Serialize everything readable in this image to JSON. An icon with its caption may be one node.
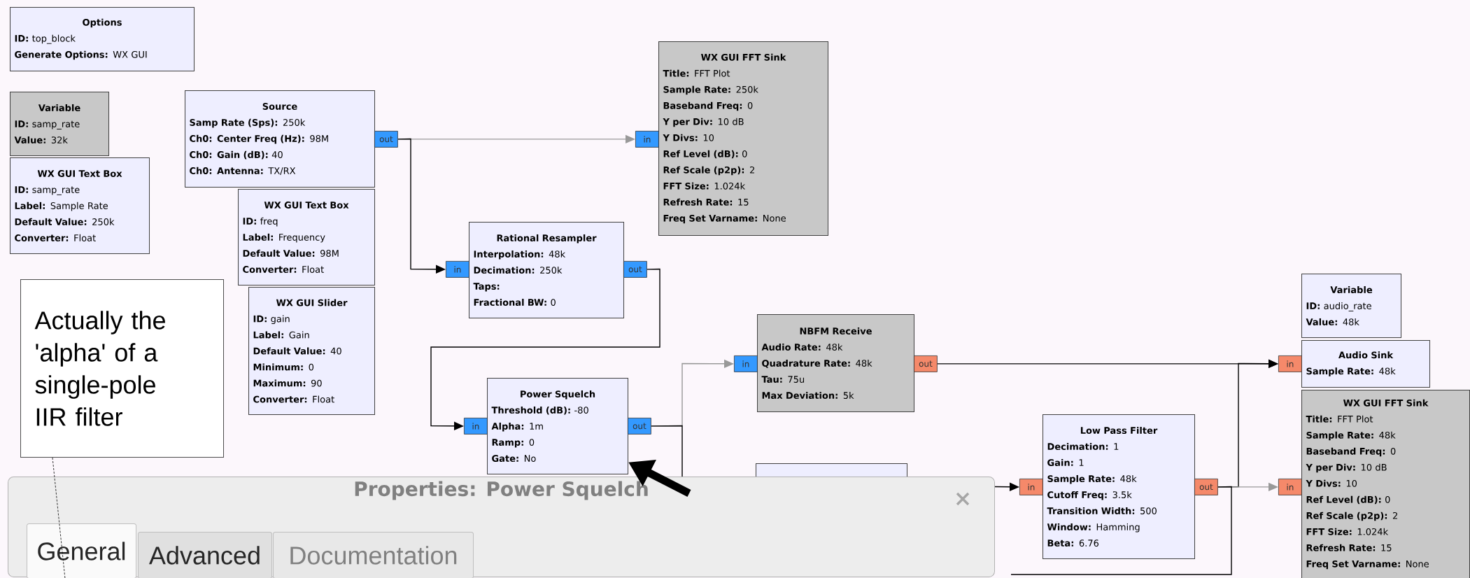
{
  "diagram": {
    "nodes": [
      {
        "text": [
          "Options",
          "**ID:** top_block",
          "**Generate Options:** WX GUI"
        ]
      },
      {
        "text": [
          "Variable",
          "**ID:** samp_rate",
          "**Value:** 32k"
        ]
      },
      {
        "text": [
          "WX GUI Text Box",
          "**ID:** samp_rate",
          "**Label:** Sample Rate",
          "**Default Value:** 250k",
          "**Converter:** Float"
        ]
      },
      {
        "text": [
          "Source",
          "**Samp Rate (Sps):** 250k",
          "**Ch0: Center Freq (Hz):** 98M",
          "**Ch0: Gain (dB):** 40",
          "**Ch0: Antenna:** TX/RX"
        ]
      },
      {
        "text": [
          "out"
        ]
      },
      {
        "text": [
          "WX GUI Text Box",
          "**ID:** freq",
          "**Label:** Frequency",
          "**Default Value:** 98M",
          "**Converter:** Float"
        ]
      },
      {
        "text": [
          "WX GUI Slider",
          "**ID:** gain",
          "**Label:** Gain",
          "**Default Value:** 40",
          "**Minimum:** 0",
          "**Maximum:** 90",
          "**Converter:** Float"
        ]
      },
      {
        "text": [
          "WX GUI FFT Sink",
          "**Title:** FFT Plot",
          "**Sample Rate:** 250k",
          "**Baseband Freq:** 0",
          "**Y per Div:** 10 dB",
          "**Y Divs:** 10",
          "**Ref Level (dB):** 0",
          "**Ref Scale (p2p):** 2",
          "**FFT Size:** 1.024k",
          "**Refresh Rate:** 15",
          "**Freq Set Varname:** None"
        ]
      },
      {
        "text": [
          "in"
        ]
      },
      {
        "text": [
          "Rational Resampler",
          "**Interpolation:** 48k",
          "**Decimation:** 250k",
          "**Taps:**",
          "**Fractional BW:** 0"
        ]
      },
      {
        "text": [
          "in"
        ]
      },
      {
        "text": [
          "out"
        ]
      },
      {
        "text": [
          "Actually the 'alpha' of a single-pole IIR filter"
        ]
      },
      {
        "text": [
          "Power Squelch",
          "**Threshold (dB):** -80",
          "**Alpha:** 1m",
          "**Ramp:** 0",
          "**Gate:** No"
        ]
      },
      {
        "text": [
          "in"
        ]
      },
      {
        "text": [
          "out"
        ]
      },
      {
        "text": [
          "NBFM Receive",
          "**Audio Rate:** 48k",
          "**Quadrature Rate:** 48k",
          "**Tau:** 75u",
          "**Max Deviation:** 5k"
        ]
      },
      {
        "text": [
          "in"
        ]
      },
      {
        "text": [
          "out"
        ]
      },
      {
        "text": [],
        "shape": "box"
      },
      {
        "text": [
          "Variable",
          "**ID:** audio_rate",
          "**Value:** 48k"
        ]
      },
      {
        "text": [
          "Audio Sink",
          "**Sample Rate:** 48k"
        ]
      },
      {
        "text": [
          "in"
        ]
      },
      {
        "text": [
          "Low Pass Filter",
          "**Decimation:** 1",
          "**Gain:** 1",
          "**Sample Rate:** 48k",
          "**Cutoff Freq:** 3.5k",
          "**Transition Width:** 500",
          "**Window:** Hamming",
          "**Beta:** 6.76"
        ]
      },
      {
        "text": [
          "in"
        ]
      },
      {
        "text": [
          "out"
        ]
      },
      {
        "text": [
          "WX GUI FFT Sink",
          "**Title:** FFT Plot",
          "**Sample Rate:** 48k",
          "**Baseband Freq:** 0",
          "**Y per Div:** 10 dB",
          "**Y Divs:** 10",
          "**Ref Level (dB):** 0",
          "**Ref Scale (p2p):** 2",
          "**FFT Size:** 1.024k",
          "**Refresh Rate:** 15",
          "**Freq Set Varname:** None"
        ]
      },
      {
        "text": [
          "in"
        ]
      },
      {
        "text": [
          "Properties: Power Squelch"
        ]
      },
      {
        "text": [
          "General"
        ],
        "in": 28
      },
      {
        "text": [
          "Advanced"
        ],
        "in": 28
      },
      {
        "text": [
          "Documentation"
        ],
        "in": 28
      }
    ],
    "edges": [
      {
        "from": 4,
        "to": 8,
        "arrow": "to",
        "color": "#999999"
      },
      {
        "from": 4,
        "to": 10,
        "arrow": "to"
      },
      {
        "from": 11,
        "to": 14,
        "arrow": "to"
      },
      {
        "from": 15,
        "to": 17,
        "arrow": "to",
        "color": "#999999"
      },
      {
        "from": 15,
        "to": 28,
        "arrow": "none"
      },
      {
        "from": 28,
        "to": 24,
        "arrow": "to"
      },
      {
        "from": 18,
        "to": 22,
        "arrow": "to"
      },
      {
        "from": 25,
        "to": 22,
        "arrow": "to"
      },
      {
        "from": 25,
        "to": 27,
        "arrow": "to",
        "color": "#999999"
      },
      {
        "from": 25,
        "to": null,
        "arrow": "none"
      },
      {
        "from": 28,
        "to": 13,
        "arrow": "to",
        "style": "thick"
      },
      {
        "from": 12,
        "to": 29,
        "arrow": "none",
        "style": "dashed"
      }
    ]
  }
}
